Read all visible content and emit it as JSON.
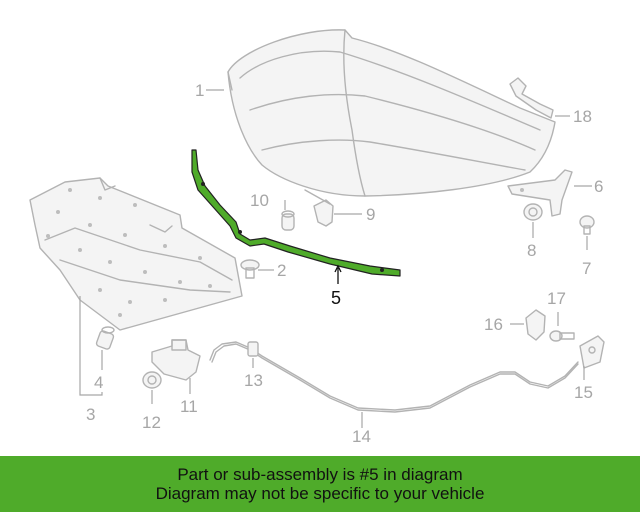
{
  "diagram": {
    "highlighted_part": "5",
    "highlight_color": "#4fab2a",
    "callouts": {
      "c1": "1",
      "c2": "2",
      "c3": "3",
      "c4": "4",
      "c5": "5",
      "c6": "6",
      "c7": "7",
      "c8": "8",
      "c9": "9",
      "c10": "10",
      "c11": "11",
      "c12": "12",
      "c13": "13",
      "c14": "14",
      "c15": "15",
      "c16": "16",
      "c17": "17",
      "c18": "18"
    }
  },
  "banner": {
    "line1": "Part or sub-assembly is #5 in diagram",
    "line2": "Diagram may not be specific to your vehicle",
    "background": "#4fab2a"
  }
}
